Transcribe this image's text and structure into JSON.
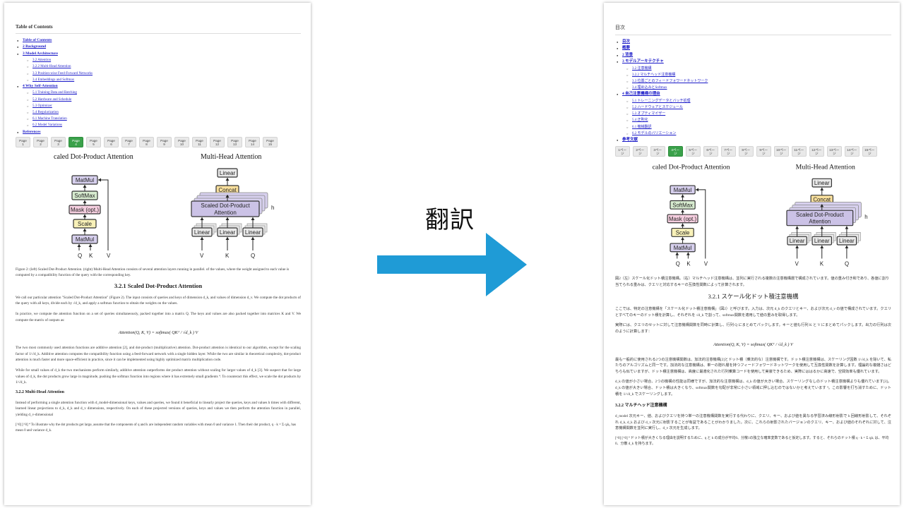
{
  "left_doc": {
    "toc_title": "Table of Contents",
    "toc": [
      {
        "label": "Table of Contents",
        "children": []
      },
      {
        "label": "2 Background",
        "children": []
      },
      {
        "label": "3 Model Architecture",
        "children": [
          "3.2 Attention",
          "3.2.2 Multi-Head Attention",
          "3.3 Position-wise Feed-Forward Networks",
          "3.4 Embeddings and Softmax"
        ]
      },
      {
        "label": "4 Why Self-Attention",
        "children": [
          "5.1 Training Data and Batching",
          "5.2 Hardware and Schedule",
          "5.3 Optimizer",
          "5.4 Regularization",
          "6.1 Machine Translation",
          "6.2 Model Variations"
        ]
      },
      {
        "label": "References",
        "children": []
      }
    ],
    "pages": [
      "Page\n1",
      "Page\n2",
      "Page\n3",
      "Page\n4",
      "Page\n5",
      "Page\n6",
      "Page\n7",
      "Page\n8",
      "Page\n9",
      "Page\n10",
      "Page\n11",
      "Page\n12",
      "Page\n13",
      "Page\n14",
      "Page\n15"
    ],
    "active_page": 3,
    "figure": {
      "left_title": "caled Dot-Product Attention",
      "right_title": "Multi-Head Attention",
      "boxes": {
        "matmul": "MatMul",
        "softmax": "SoftMax",
        "mask": "Mask (opt.)",
        "scale": "Scale",
        "linear": "Linear",
        "concat": "Concat",
        "sdpa1": "Scaled Dot-Product",
        "sdpa2": "Attention",
        "h": "h"
      },
      "inputs_left": [
        "Q",
        "K",
        "V"
      ],
      "inputs_right": [
        "V",
        "K",
        "Q"
      ]
    },
    "caption": "Figure 2: (left) Scaled Dot-Product Attention. (right) Multi-Head Attention consists of several attention layers running in parallel. of the values, where the weight assigned to each value is computed by a compatibility function of the query with the corresponding key.",
    "section_title": "3.2.1 Scaled Dot-Product Attention",
    "paragraphs": [
      "We call our particular attention \"Scaled Dot-Product Attention\" (Figure 2). The input consists of queries and keys of dimension d_k, and values of dimension d_v. We compute the dot products of the query with all keys, divide each by √d_k, and apply a softmax function to obtain the weights on the values.",
      "In practice, we compute the attention function on a set of queries simultaneously, packed together into a matrix Q. The keys and values are also packed together into matrices K and V. We compute the matrix of outputs as:"
    ],
    "formula": "Attention(Q, K, V) = softmax( QKᵀ / √d_k ) V",
    "paragraphs2": [
      "The two most commonly used attention functions are additive attention [2], and dot-product (multiplicative) attention. Dot-product attention is identical to our algorithm, except for the scaling factor of 1/√d_k. Additive attention computes the compatibility function using a feed-forward network with a single hidden layer. While the two are similar in theoretical complexity, dot-product attention is much faster and more space-efficient in practice, since it can be implemented using highly optimized matrix multiplication code.",
      "While for small values of d_k the two mechanisms perform similarly, additive attention outperforms dot product attention without scaling for larger values of d_k [3]. We suspect that for large values of d_k, the dot products grow large in magnitude, pushing the softmax function into regions where it has extremely small gradients ⁴. To counteract this effect, we scale the dot products by 1/√d_k."
    ],
    "subsection_title": "3.2.2 Multi-Head Attention",
    "paragraphs3": [
      "Instead of performing a single attention function with d_model-dimensional keys, values and queries, we found it beneficial to linearly project the queries, keys and values h times with different, learned linear projections to d_k, d_k and d_v dimensions, respectively. On each of these projected versions of queries, keys and values we then perform the attention function in parallel, yielding d_v-dimensional"
    ],
    "footnote": "[^0] [^0] ⁴ To illustrate why the dot products get large, assume that the components of q and k are independent random variables with mean 0 and variance 1. Then their dot product, q · k = Σ qᵢkᵢ, has mean 0 and variance d_k."
  },
  "arrow": {
    "label": "翻訳",
    "color": "#1f9bd6"
  },
  "right_doc": {
    "toc_title": "目次",
    "toc": [
      {
        "label": "目次",
        "children": []
      },
      {
        "label": "概要",
        "children": []
      },
      {
        "label": "2 背景",
        "children": []
      },
      {
        "label": "3 モデルアーキテクチャ",
        "children": [
          "3.2 注意機構",
          "3.2.2 マルチヘッド注意機構",
          "3.3 位置ごとのフィードフォワードネットワーク",
          "3.4 埋め込みとSoftmax"
        ]
      },
      {
        "label": "4 自己注意機構の理由",
        "children": [
          "5.1 トレーニングデータとバッチ処理",
          "5.2 ハードウェアとスケジュール",
          "5.3 オプティマイザー",
          "5.4 正則化",
          "6.1 機械翻訳",
          "6.2 モデルのバリエーション"
        ]
      },
      {
        "label": "参考文献",
        "children": []
      }
    ],
    "pages": [
      "1ペー\nジ",
      "2ペー\nジ",
      "3ペー\nジ",
      "4ペー\nジ",
      "5ペー\nジ",
      "6ペー\nジ",
      "7ペー\nジ",
      "8ペー\nジ",
      "9ペー\nジ",
      "10ペー\nジ",
      "11ペー\nジ",
      "12ペー\nジ",
      "13ペー\nジ",
      "14ペー\nジ",
      "15ペー\nジ"
    ],
    "active_page": 3,
    "figure": {
      "left_title": "caled Dot-Product Attention",
      "right_title": "Multi-Head Attention",
      "inputs_left": [
        "Q",
        "K",
        "V"
      ],
      "inputs_right": [
        "V",
        "K",
        "Q"
      ]
    },
    "caption": "図2（左）スケール化ドット積注意機構。（右）マルチヘッド注意機構は、並列に実行される複数の注意機構層で構成されています。値の重み付き和であり、各値に割り当てられる重みは、クエリと対応するキーの互換性関数によって計算されます。",
    "section_title": "3.2.1 スケール化ドット積注意機構",
    "paragraphs": [
      "ここでは、特定の注意機構を「スケール化ドット積注意機構」（図2）と呼びます。入力は、次元 d_k のクエリとキー、および次元 d_v の値で構成されています。クエリとすべてのキーのドット積を計算し、それぞれを √d_k で割って、softmax関数を適用して値の重みを取得します。",
      "実際には、クエリのセットに対して注意機構関数を同時に計算し、行列 Q にまとめてパックします。キーと値も行列 K と V にまとめてパックします。出力の行列は次のように計算します："
    ],
    "formula": "Attention(Q, K, V) = softmax( QKᵀ / √d_k ) V",
    "paragraphs2": [
      "最も一般的に使用される2つの注意機構関数は、加法的注意機構[2]とドット積（乗法的な）注意機構です。ドット積注意機構は、スケーリング因数 1/√d_k を除いて、私たちのアルゴリズムと同一です。加法的な注意機構は、単一の隠れ層を持つフィードフォワードネットワークを使用して互換性関数を計算します。理論的な複雑さはどちらも似ていますが、ドット積注意機構は、高度に最適化された行列乗算コードを使用して実装できるため、実際にははるかに高速で、空間効率も優れています。",
      "d_k の値が小さい場合、2つの機構の性能は同様ですが、加法的な注意機構は、d_k の値が大きい場合、スケーリングなしのドット積注意機構よりも優れています[3]。d_k の値が大きい場合、ドット積は大きくなり、softmax関数を勾配が非常に小さい領域に押し込むのではないかと考えています ⁴。この影響を打ち消すために、ドット積を 1/√d_k でスケーリングします。"
    ],
    "subsection_title": "3.2.2 マルチヘッド注意機構",
    "paragraphs3": [
      "d_model 次元キー、値、およびクエリを持つ単一の注意機構関数を実行する代わりに、クエリ、キー、および値を異なる学習済み線形射影で h 回線形射影して、それぞれ d_k, d_k および d_v 次元に射影することが有益であることがわかりました。次に、これらの射影されたバージョンのクエリ、キー、および値のそれぞれに対して、注意機構関数を並列に実行し、d_v 次元を生成します。"
    ],
    "footnote": "[^0] [^0] ⁴ ドット積が大きくなる理由を説明するために、q と k の成分が平均0、分散1の独立な確率変数であると仮定します。すると、それらのドット積 q · k = Σ qᵢkᵢ は、平均0、分散 d_k を持ちます。"
  }
}
